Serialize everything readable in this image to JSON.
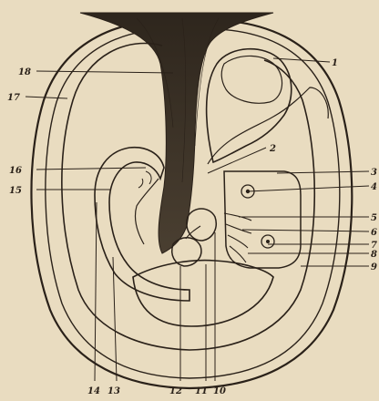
{
  "figure": {
    "labels": [
      {
        "id": "1",
        "text": "1"
      },
      {
        "id": "2",
        "text": "2"
      },
      {
        "id": "3",
        "text": "3"
      },
      {
        "id": "4",
        "text": "4"
      },
      {
        "id": "5",
        "text": "5"
      },
      {
        "id": "6",
        "text": "6"
      },
      {
        "id": "7",
        "text": "7"
      },
      {
        "id": "8",
        "text": "8"
      },
      {
        "id": "9",
        "text": "9"
      },
      {
        "id": "10",
        "text": "10"
      },
      {
        "id": "11",
        "text": "11"
      },
      {
        "id": "12",
        "text": "12"
      },
      {
        "id": "13",
        "text": "13"
      },
      {
        "id": "14",
        "text": "14"
      },
      {
        "id": "15",
        "text": "15"
      },
      {
        "id": "16",
        "text": "16"
      },
      {
        "id": "17",
        "text": "17"
      },
      {
        "id": "18",
        "text": "18"
      }
    ]
  },
  "colors": {
    "paper": "#e9dcc0",
    "ink": "#2a2119",
    "hatch": "#b8a888",
    "stalk": "#3d3327"
  }
}
